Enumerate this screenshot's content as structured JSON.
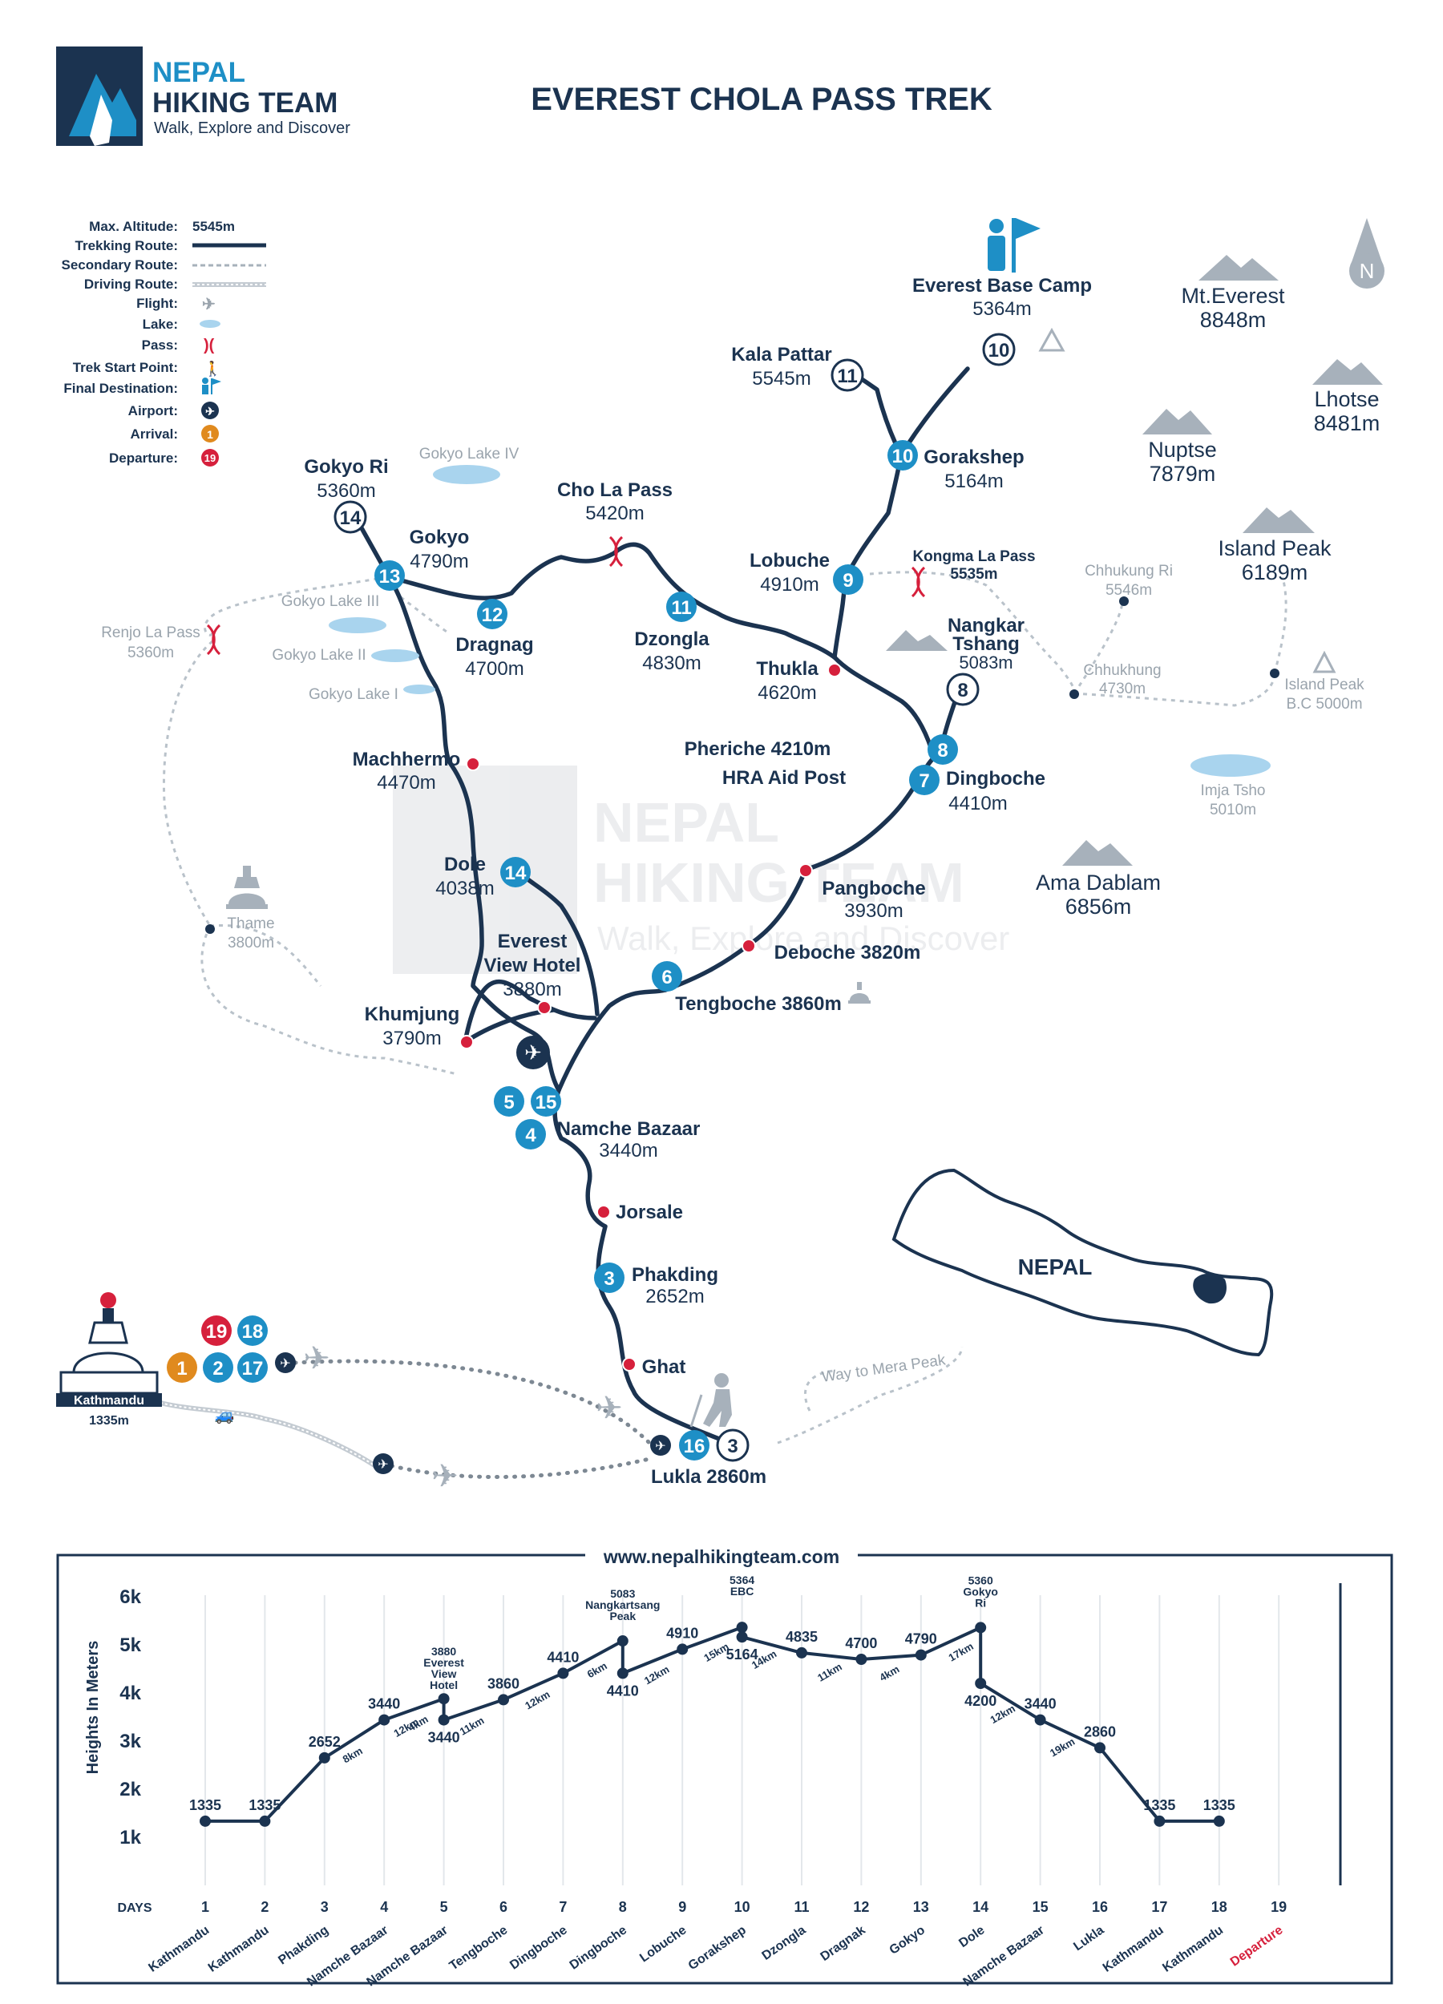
{
  "header": {
    "logo": {
      "line1": "NEPAL",
      "line2": "HIKING TEAM",
      "tagline": "Walk, Explore and Discover"
    },
    "title": "EVEREST CHOLA PASS TREK"
  },
  "legend": [
    {
      "label": "Max. Altitude:",
      "value": "5545m"
    },
    {
      "label": "Trekking Route:",
      "symbol": "trekking-route-line"
    },
    {
      "label": "Secondary Route:",
      "symbol": "secondary-route-line"
    },
    {
      "label": "Driving Route:",
      "symbol": "driving-route-line"
    },
    {
      "label": "Flight:",
      "symbol": "plane-icon"
    },
    {
      "label": "Lake:",
      "symbol": "lake-icon"
    },
    {
      "label": "Pass:",
      "symbol": "pass-icon"
    },
    {
      "label": "Trek Start Point:",
      "symbol": "hiker-icon"
    },
    {
      "label": "Final Destination:",
      "symbol": "flag-person-icon"
    },
    {
      "label": "Airport:",
      "symbol": "airport-icon"
    },
    {
      "label": "Arrival:",
      "value": "1"
    },
    {
      "label": "Departure:",
      "value": "19"
    }
  ],
  "colors": {
    "navy": "#1b3350",
    "blue": "#1e8fc6",
    "red": "#d6203c",
    "orange": "#e08a1e",
    "gray": "#9aa4ad",
    "mountain": "#a7b1bb"
  },
  "map": {
    "places": [
      {
        "id": "ebc",
        "name": "Everest Base Camp",
        "alt": "5364m"
      },
      {
        "id": "kala",
        "name": "Kala Pattar",
        "alt": "5545m"
      },
      {
        "id": "gorakshep",
        "name": "Gorakshep",
        "alt": "5164m"
      },
      {
        "id": "lobuche",
        "name": "Lobuche",
        "alt": "4910m"
      },
      {
        "id": "kongma",
        "name": "Kongma La Pass",
        "alt": "5535m"
      },
      {
        "id": "nangkar",
        "name": "Nangkar Tshang",
        "alt": "5083m"
      },
      {
        "id": "thukla",
        "name": "Thukla",
        "alt": "4620m"
      },
      {
        "id": "dzongla",
        "name": "Dzongla",
        "alt": "4830m"
      },
      {
        "id": "chola",
        "name": "Cho La Pass",
        "alt": "5420m"
      },
      {
        "id": "gokyori",
        "name": "Gokyo Ri",
        "alt": "5360m"
      },
      {
        "id": "gokyo",
        "name": "Gokyo",
        "alt": "4790m"
      },
      {
        "id": "dragnag",
        "name": "Dragnag",
        "alt": "4700m"
      },
      {
        "id": "machhermo",
        "name": "Machhermo",
        "alt": "4470m"
      },
      {
        "id": "dole",
        "name": "Dole",
        "alt": "4038m"
      },
      {
        "id": "pheriche",
        "name": "Pheriche 4210m",
        "alt": ""
      },
      {
        "id": "hra",
        "name": "HRA Aid Post",
        "alt": ""
      },
      {
        "id": "dingboche",
        "name": "Dingboche",
        "alt": "4410m"
      },
      {
        "id": "pangboche",
        "name": "Pangboche",
        "alt": "3930m"
      },
      {
        "id": "deboche",
        "name": "Deboche 3820m",
        "alt": ""
      },
      {
        "id": "tengboche",
        "name": "Tengboche 3860m",
        "alt": ""
      },
      {
        "id": "evh",
        "name": "Everest View Hotel",
        "alt": "3880m"
      },
      {
        "id": "khumjung",
        "name": "Khumjung",
        "alt": "3790m"
      },
      {
        "id": "namche",
        "name": "Namche Bazaar",
        "alt": "3440m"
      },
      {
        "id": "jorsale",
        "name": "Jorsale",
        "alt": ""
      },
      {
        "id": "phakding",
        "name": "Phakding",
        "alt": "2652m"
      },
      {
        "id": "ghat",
        "name": "Ghat",
        "alt": ""
      },
      {
        "id": "lukla",
        "name": "Lukla 2860m",
        "alt": ""
      },
      {
        "id": "kathmandu",
        "name": "Kathmandu",
        "alt": "1335m"
      }
    ],
    "peaks": [
      {
        "name": "Mt.Everest",
        "alt": "8848m"
      },
      {
        "name": "Lhotse",
        "alt": "8481m"
      },
      {
        "name": "Nuptse",
        "alt": "7879m"
      },
      {
        "name": "Island Peak",
        "alt": "6189m"
      },
      {
        "name": "Ama Dablam",
        "alt": "6856m"
      }
    ],
    "secondary": [
      {
        "name": "Gokyo Lake IV"
      },
      {
        "name": "Gokyo Lake III"
      },
      {
        "name": "Gokyo Lake II"
      },
      {
        "name": "Gokyo Lake I"
      },
      {
        "name": "Renjo La Pass",
        "alt": "5360m"
      },
      {
        "name": "Thame",
        "alt": "3800m"
      },
      {
        "name": "Chhukung Ri",
        "alt": "5546m"
      },
      {
        "name": "Chhukhung",
        "alt": "4730m"
      },
      {
        "name": "Island Peak",
        "alt": "B.C 5000m"
      },
      {
        "name": "Imja Tsho",
        "alt": "5010m"
      },
      {
        "name": "Way to Mera Peak"
      }
    ],
    "watermark": {
      "line1": "NEPAL",
      "line2": "HIKING TEAM",
      "tagline": "Walk, Explore and Discover"
    },
    "country": "NEPAL",
    "compass": "N",
    "day_badges": [
      "1",
      "2",
      "3",
      "4",
      "5",
      "6",
      "7",
      "8",
      "8",
      "9",
      "10",
      "10",
      "11",
      "11",
      "12",
      "13",
      "14",
      "14",
      "15",
      "16",
      "17",
      "18",
      "19",
      "3"
    ]
  },
  "profile": {
    "url": "www.nepalhikingteam.com",
    "ylabel": "Heights In Meters",
    "days_label": "DAYS"
  },
  "chart_data": {
    "type": "line",
    "title": "",
    "xlabel": "DAYS",
    "ylabel": "Heights In Meters",
    "yticks": [
      "1k",
      "2k",
      "3k",
      "4k",
      "5k",
      "6k"
    ],
    "ylim": [
      0,
      6000
    ],
    "xlim": [
      1,
      19
    ],
    "days": [
      {
        "day": "1",
        "place": "Kathmandu"
      },
      {
        "day": "2",
        "place": "Kathmandu"
      },
      {
        "day": "3",
        "place": "Phakding"
      },
      {
        "day": "4",
        "place": "Namche Bazaar"
      },
      {
        "day": "5",
        "place": "Namche Bazaar"
      },
      {
        "day": "6",
        "place": "Tengboche"
      },
      {
        "day": "7",
        "place": "Dingboche"
      },
      {
        "day": "8",
        "place": "Dingboche"
      },
      {
        "day": "9",
        "place": "Lobuche"
      },
      {
        "day": "10",
        "place": "Gorakshep"
      },
      {
        "day": "11",
        "place": "Dzongla"
      },
      {
        "day": "12",
        "place": "Dragnak"
      },
      {
        "day": "13",
        "place": "Gokyo"
      },
      {
        "day": "14",
        "place": "Dole"
      },
      {
        "day": "15",
        "place": "Namche Bazaar"
      },
      {
        "day": "16",
        "place": "Lukla"
      },
      {
        "day": "17",
        "place": "Kathmandu"
      },
      {
        "day": "18",
        "place": "Kathmandu"
      },
      {
        "day": "19",
        "place": "Departure"
      }
    ],
    "points": [
      {
        "x": 1,
        "y": 1335,
        "label": "1335"
      },
      {
        "x": 2,
        "y": 1335,
        "label": "1335"
      },
      {
        "x": 3,
        "y": 2652,
        "label": "2652"
      },
      {
        "x": 4,
        "y": 3440,
        "label": "3440"
      },
      {
        "x": 5,
        "y": 3880,
        "label": "3880 Everest View Hotel"
      },
      {
        "x": 5,
        "y": 3440,
        "label": "3440"
      },
      {
        "x": 6,
        "y": 3860,
        "label": "3860"
      },
      {
        "x": 7,
        "y": 4410,
        "label": "4410"
      },
      {
        "x": 8,
        "y": 5083,
        "label": "5083 Nangkartsang Peak"
      },
      {
        "x": 8,
        "y": 4410,
        "label": "4410"
      },
      {
        "x": 9,
        "y": 4910,
        "label": "4910"
      },
      {
        "x": 10,
        "y": 5364,
        "label": "5364 EBC"
      },
      {
        "x": 10,
        "y": 5164,
        "label": "5164"
      },
      {
        "x": 11,
        "y": 4835,
        "label": "4835"
      },
      {
        "x": 12,
        "y": 4700,
        "label": "4700"
      },
      {
        "x": 13,
        "y": 4790,
        "label": "4790"
      },
      {
        "x": 14,
        "y": 5360,
        "label": "5360 Gokyo Ri"
      },
      {
        "x": 14,
        "y": 4200,
        "label": "4200"
      },
      {
        "x": 15,
        "y": 3440,
        "label": "3440"
      },
      {
        "x": 16,
        "y": 2860,
        "label": "2860"
      },
      {
        "x": 17,
        "y": 1335,
        "label": "1335"
      },
      {
        "x": 18,
        "y": 1335,
        "label": "1335"
      }
    ],
    "distances": [
      {
        "x": 3.5,
        "label": "8km"
      },
      {
        "x": 4.4,
        "label": "12km"
      },
      {
        "x": 4.6,
        "label": "4km"
      },
      {
        "x": 5.5,
        "label": "11km"
      },
      {
        "x": 6.6,
        "label": "12km"
      },
      {
        "x": 7.6,
        "label": "6km"
      },
      {
        "x": 8.6,
        "label": "12km"
      },
      {
        "x": 9.6,
        "label": "15km"
      },
      {
        "x": 10.4,
        "label": "14km"
      },
      {
        "x": 11.5,
        "label": "11km"
      },
      {
        "x": 12.5,
        "label": "4km"
      },
      {
        "x": 13.7,
        "label": "17km"
      },
      {
        "x": 14.4,
        "label": "12km"
      },
      {
        "x": 15.4,
        "label": "19km"
      }
    ]
  }
}
